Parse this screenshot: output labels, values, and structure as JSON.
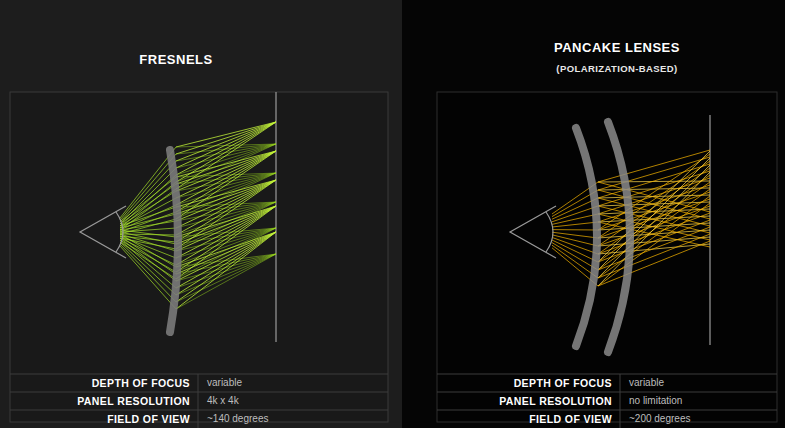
{
  "diagram": {
    "labels": [
      "FRESNELS",
      "PANCAKE LENSES",
      "(POLARIZATION-BASED)",
      "DEPTH OF FOCUS",
      "variable",
      "PANEL RESOLUTION",
      "4k x 4k",
      "FIELD OF VIEW",
      "~140 degrees",
      "DEPTH OF FOCUS",
      "variable",
      "PANEL RESOLUTION",
      "no limitation",
      "FIELD OF VIEW",
      "~200 degrees"
    ]
  }
}
